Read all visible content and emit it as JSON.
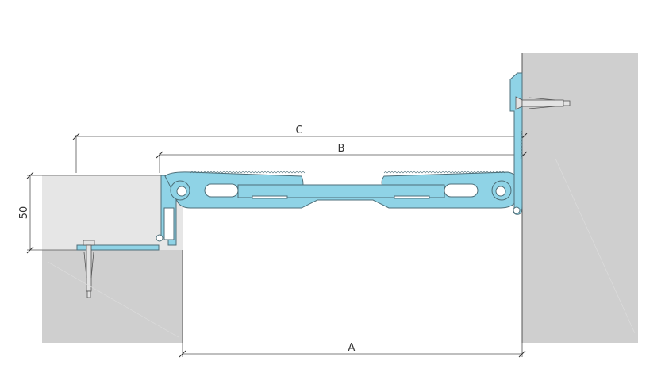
{
  "diagram": {
    "dimension_labels": {
      "a": "A",
      "b": "B",
      "c": "C",
      "height": "50"
    },
    "colors": {
      "profile_fill": "#8fd3e6",
      "profile_stroke": "#4d6e78",
      "substrate_fill": "#cfcfcf",
      "insert_fill": "#e6e6e6",
      "dimension_line": "#555555",
      "anchor_fill": "#e3e3e3"
    }
  }
}
